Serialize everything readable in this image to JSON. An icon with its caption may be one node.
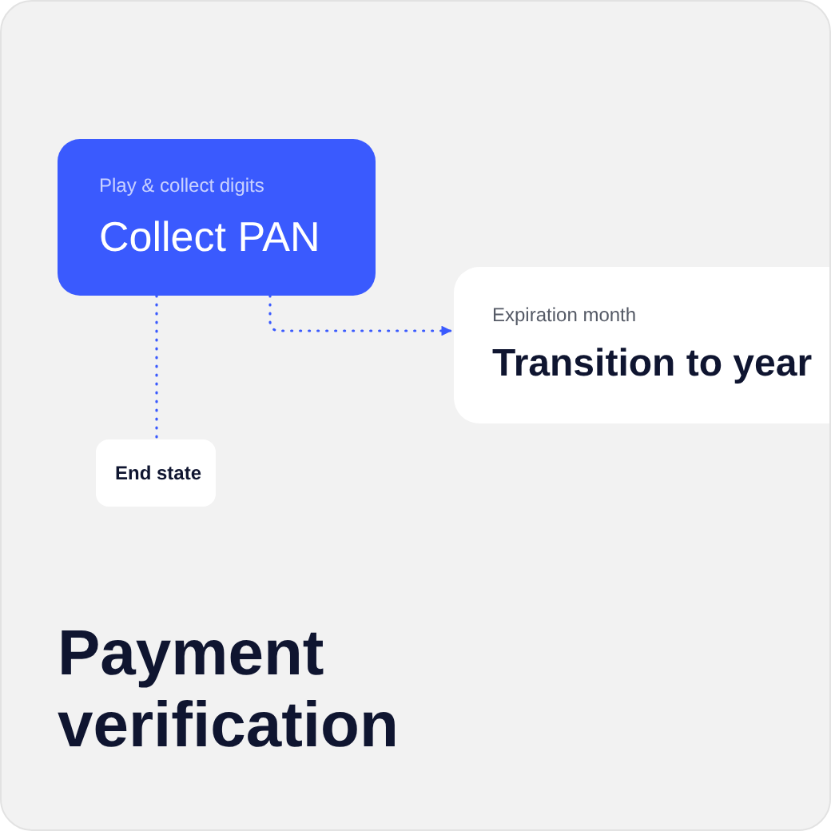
{
  "diagram": {
    "title": "Payment verification",
    "nodes": [
      {
        "text": [
          "Play & collect digits",
          "Collect PAN"
        ]
      },
      {
        "text": [
          "Expiration month",
          "Transition to year"
        ]
      },
      {
        "text": [
          "End state"
        ]
      }
    ],
    "edges": [
      {
        "from": 0,
        "to": 2,
        "arrow": "none",
        "style": "dashed"
      },
      {
        "from": 0,
        "to": 1,
        "arrow": "to",
        "style": "dashed"
      }
    ]
  }
}
